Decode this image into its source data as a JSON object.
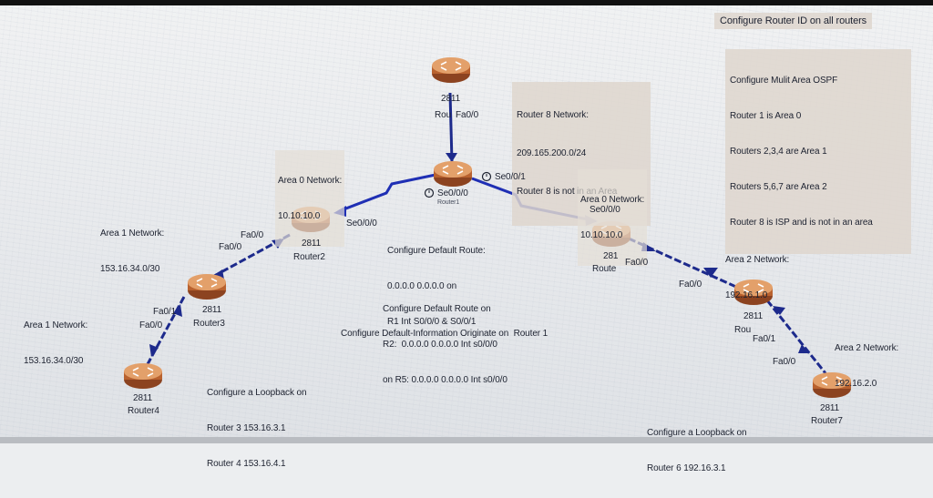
{
  "header": {
    "title": "Configure Router ID on all routers"
  },
  "ospf_box": {
    "lines": [
      "Configure Mulit Area OSPF",
      "Router 1 is Area 0",
      "Routers 2,3,4 are Area 1",
      "Routers 5,6,7 are Area 2",
      "Router 8 is ISP and is not in an area"
    ]
  },
  "router8_box": {
    "lines": [
      "Router 8 Network:",
      "209.165.200.0/24",
      "Router 8 is not in an Area"
    ]
  },
  "areas": {
    "area0_left": {
      "line1": "Area 0 Network:",
      "line2": "10.10.10.0"
    },
    "area0_right": {
      "line1": "Area 0 Network:",
      "line2": "10.10.10.0"
    },
    "area1_top": {
      "line1": "Area 1 Network:",
      "line2": "153.16.34.0/30"
    },
    "area1_bottom": {
      "line1": "Area 1 Network:",
      "line2": "153.16.34.0/30"
    },
    "area2_top": {
      "line1": "Area 2 Network:",
      "line2": "192.16.1.0"
    },
    "area2_bottom": {
      "line1": "Area 2 Network:",
      "line2": "192.16.2.0"
    }
  },
  "routers": {
    "r8": {
      "model": "2811",
      "name": "Rou"
    },
    "r1": {
      "name": "Router1"
    },
    "r2": {
      "model": "2811",
      "name": "Router2"
    },
    "r3": {
      "model": "2811",
      "name": "Router3"
    },
    "r4": {
      "model": "2811",
      "name": "Router4"
    },
    "r5": {
      "model": "281",
      "name": "Route"
    },
    "r6": {
      "model": "2811",
      "name": "Rou"
    },
    "r7": {
      "model": "2811",
      "name": "Router7"
    }
  },
  "interfaces": {
    "r8_fa00": "Fa0/0",
    "r1_se001": "Se0/0/1",
    "r1_se000": "Se0/0/0",
    "r2_se000": "Se0/0/0",
    "r2_fa00": "Fa0/0",
    "r3_fa00_top": "Fa0/0",
    "r3_fa01": "Fa0/1",
    "r3_fa00": "Fa0/0",
    "r5_se000": "Se0/0/0",
    "r5_fa00": "Fa0/0",
    "r6_fa00_in": "Fa0/0",
    "r6_fa01": "Fa0/1",
    "r7_fa00": "Fa0/0"
  },
  "notes": {
    "default_route_r1": [
      "Configure Default Route:",
      "0.0.0.0 0.0.0.0 on",
      "R1 Int S0/0/0 & S0/0/1"
    ],
    "default_route_r2_r5": [
      "Configure Default Route on",
      "R2:  0.0.0.0 0.0.0.0 Int s0/0/0",
      "on R5: 0.0.0.0 0.0.0.0 Int s0/0/0"
    ],
    "default_info": "Configure Default-Information Originate on  Router 1",
    "loopback_r3_r4": [
      "Configure a Loopback on",
      "Router 3 153.16.3.1",
      "Router 4 153.16.4.1"
    ],
    "loopback_r6": [
      "Configure a Loopback on",
      "Router 6 192.16.3.1"
    ]
  },
  "colors": {
    "serial_link": "#1f2fb4",
    "ethernet_link": "#1d2a8c",
    "ethernet_dash": "#9aa3c8",
    "router_body": "#c86a35",
    "router_top": "#e7a46c",
    "text": "#1d2230"
  }
}
